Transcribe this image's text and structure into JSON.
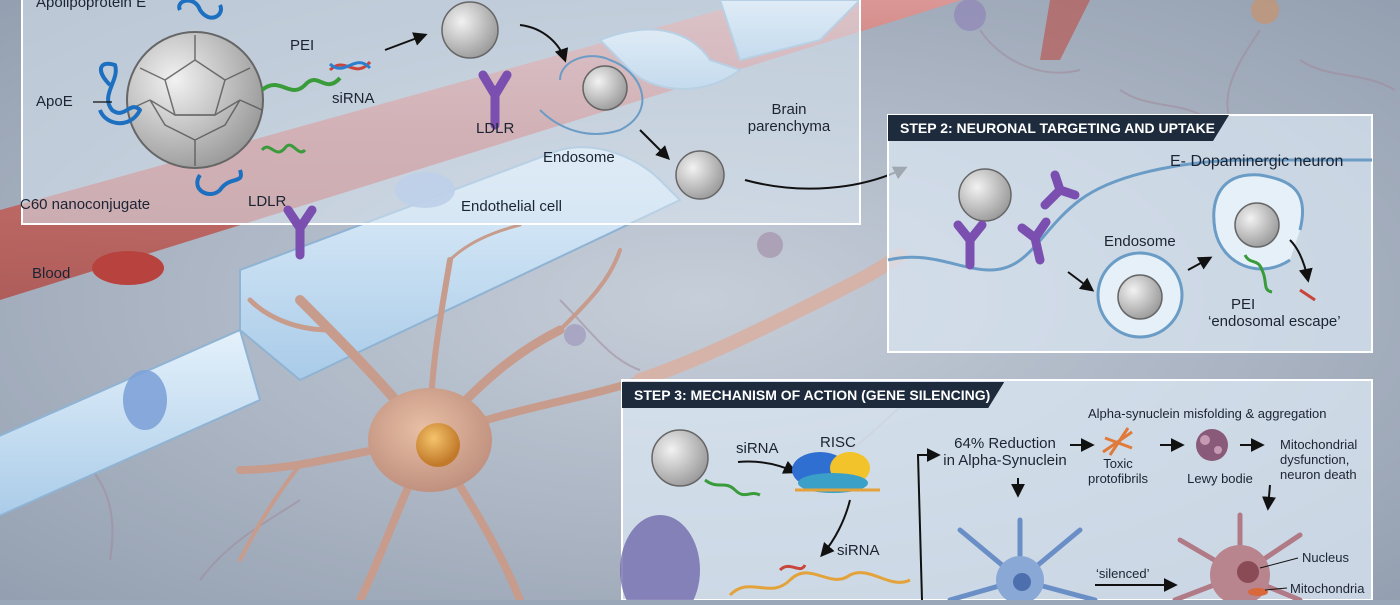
{
  "panel1": {
    "apolipoprotein": "Apolipoprotein E",
    "apoe": "ApoE",
    "pei": "PEI",
    "sirna": "siRNA",
    "c60": "C60 nanoconjugate",
    "ldlr_left": "LDLR",
    "ldlr_mid": "LDLR",
    "endosome": "Endosome",
    "brain_parenchyma": "Brain\nparenchyma",
    "endothelial": "Endothelial cell"
  },
  "scene": {
    "blood": "Blood"
  },
  "step2": {
    "title": "STEP 2: NEURONAL TARGETING AND UPTAKE",
    "neuron": "E- Dopaminergic neuron",
    "endosome": "Endosome",
    "pei": "PEI",
    "escape": "‘endosomal escape’"
  },
  "step3": {
    "title": "STEP 3: MECHANISM OF ACTION (GENE SILENCING)",
    "sirna_1": "siRNA",
    "risc": "RISC",
    "sirna_2": "siRNA",
    "reduction": "64% Reduction\nin Alpha-Synuclein",
    "misfolding": "Alpha-synuclein misfolding & aggregation",
    "toxic": "Toxic\nprotofibrils",
    "lewy": "Lewy bodie",
    "mito_dys": "Mitochondrial\ndysfunction,\nneuron death",
    "silenced": "‘silenced’",
    "nucleus": "Nucleus",
    "mitochondria": "Mitochondria"
  },
  "colors": {
    "ldlr": "#7a4fb0",
    "apoe": "#1d6fc0",
    "pei": "#3a9b3a",
    "header": "#1e2b3d",
    "vessel": "#c85a5a",
    "endothelium": "#bcd8f0"
  }
}
